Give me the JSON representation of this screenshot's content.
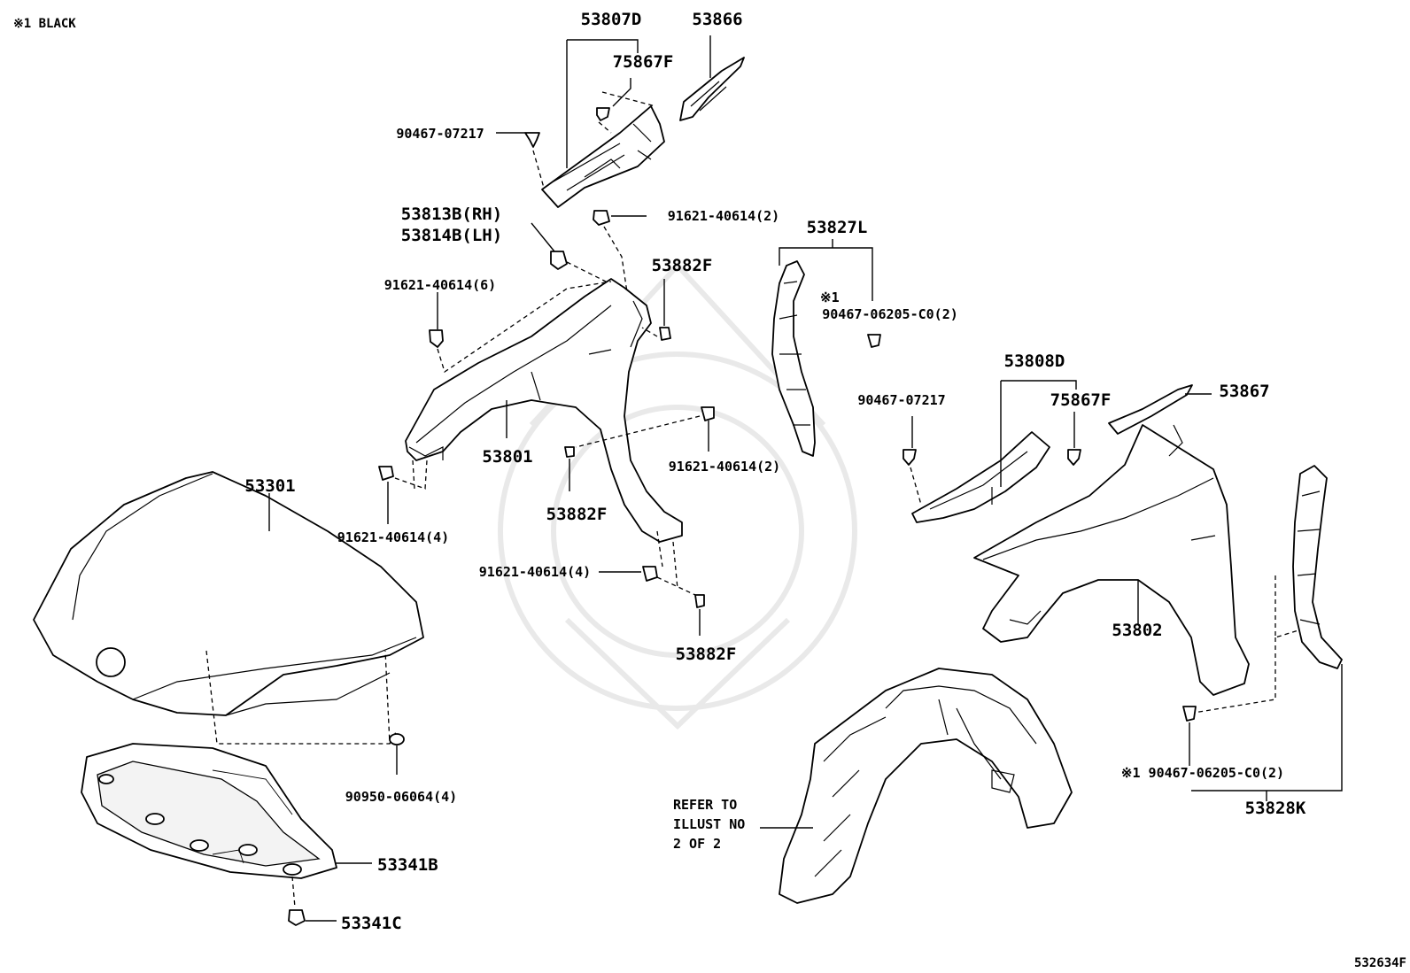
{
  "note": "※1 BLACK",
  "illustration_number": "532634F",
  "refer_to": [
    "REFER TO",
    "ILLUST NO",
    "2 OF 2"
  ],
  "labels": {
    "p53807D": "53807D",
    "p53866": "53866",
    "p75867F_top": "75867F",
    "p90467_07217_top": "90467-07217",
    "p91621_40614_2_top": "91621-40614(2)",
    "p53813B": "53813B(RH)",
    "p53814B": "53814B(LH)",
    "p53882F_top": "53882F",
    "p91621_40614_6": "91621-40614(6)",
    "p53827L": "53827L",
    "mark1_a": "※1",
    "p90467_06205_a": "90467-06205-C0(2)",
    "p53801": "53801",
    "p91621_40614_2_mid": "91621-40614(2)",
    "p53882F_mid": "53882F",
    "p53301": "53301",
    "p91621_40614_4_left": "91621-40614(4)",
    "p91621_40614_4_mid": "91621-40614(4)",
    "p53882F_bot": "53882F",
    "p53808D": "53808D",
    "p90467_07217_right": "90467-07217",
    "p75867F_right": "75867F",
    "p53867": "53867",
    "p53802": "53802",
    "p90467_06205_b": "※1 90467-06205-C0(2)",
    "p53828K": "53828K",
    "p90950_06064": "90950-06064(4)",
    "p53341B": "53341B",
    "p53341C": "53341C"
  }
}
